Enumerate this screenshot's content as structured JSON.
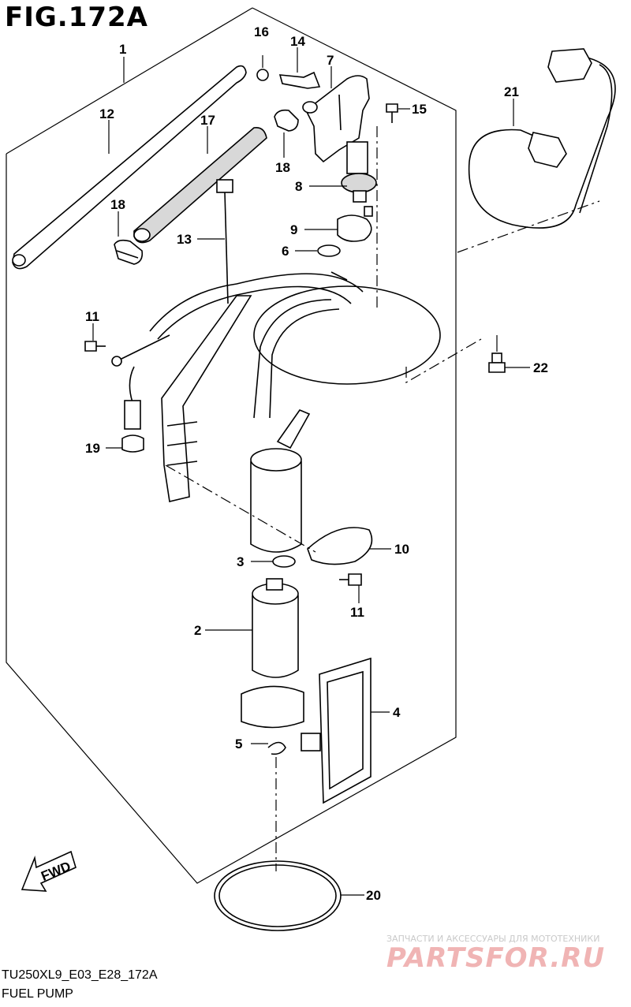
{
  "figure": {
    "title": "FIG.172A",
    "code": "TU250XL9_E03_E28_172A",
    "caption": "FUEL PUMP"
  },
  "direction_marker": "FWD",
  "callouts": {
    "c1": "1",
    "c2": "2",
    "c3": "3",
    "c4": "4",
    "c5": "5",
    "c6": "6",
    "c7": "7",
    "c8": "8",
    "c9": "9",
    "c10": "10",
    "c11a": "11",
    "c11b": "11",
    "c12": "12",
    "c13": "13",
    "c14": "14",
    "c15": "15",
    "c16": "16",
    "c17": "17",
    "c18a": "18",
    "c18b": "18",
    "c19": "19",
    "c20": "20",
    "c21": "21",
    "c22": "22"
  },
  "watermark": {
    "subtitle": "ЗАПЧАСТИ И АКСЕССУАРЫ ДЛЯ МОТОТЕХНИКИ",
    "logo": "PARTSFOR.RU"
  },
  "colors": {
    "line": "#000000",
    "background": "#ffffff",
    "watermark": "#f0b4b4"
  }
}
